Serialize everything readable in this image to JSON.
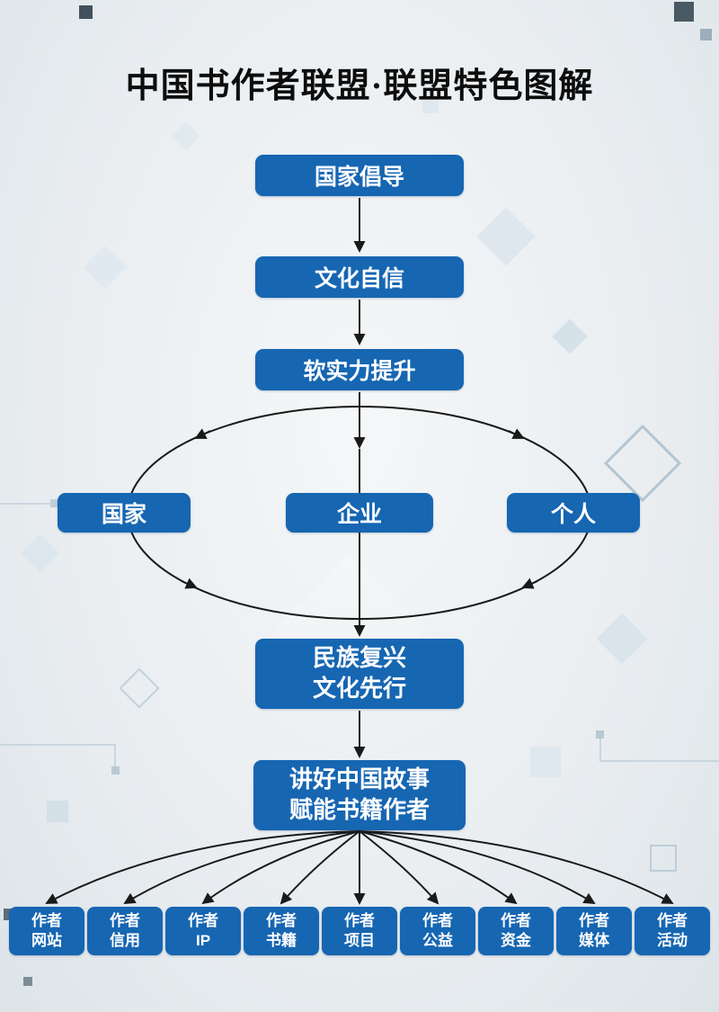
{
  "title": "中国书作者联盟·联盟特色图解",
  "nodes": {
    "advocate": "国家倡导",
    "confidence": "文化自信",
    "soft_power": "软实力提升",
    "branch_left": "国家",
    "branch_center": "企业",
    "branch_right": "个人",
    "revival_line1": "民族复兴",
    "revival_line2": "文化先行",
    "story_line1": "讲好中国故事",
    "story_line2": "赋能书籍作者"
  },
  "leaves": [
    {
      "line1": "作者",
      "line2": "网站"
    },
    {
      "line1": "作者",
      "line2": "信用"
    },
    {
      "line1": "作者",
      "line2": "IP"
    },
    {
      "line1": "作者",
      "line2": "书籍"
    },
    {
      "line1": "作者",
      "line2": "项目"
    },
    {
      "line1": "作者",
      "line2": "公益"
    },
    {
      "line1": "作者",
      "line2": "资金"
    },
    {
      "line1": "作者",
      "line2": "媒体"
    },
    {
      "line1": "作者",
      "line2": "活动"
    }
  ],
  "colors": {
    "box_fill": "#1666b2",
    "box_text": "#ffffff",
    "arrow": "#1a1a1a",
    "title_text": "#0d0d0d",
    "background": "#e9eef1"
  }
}
